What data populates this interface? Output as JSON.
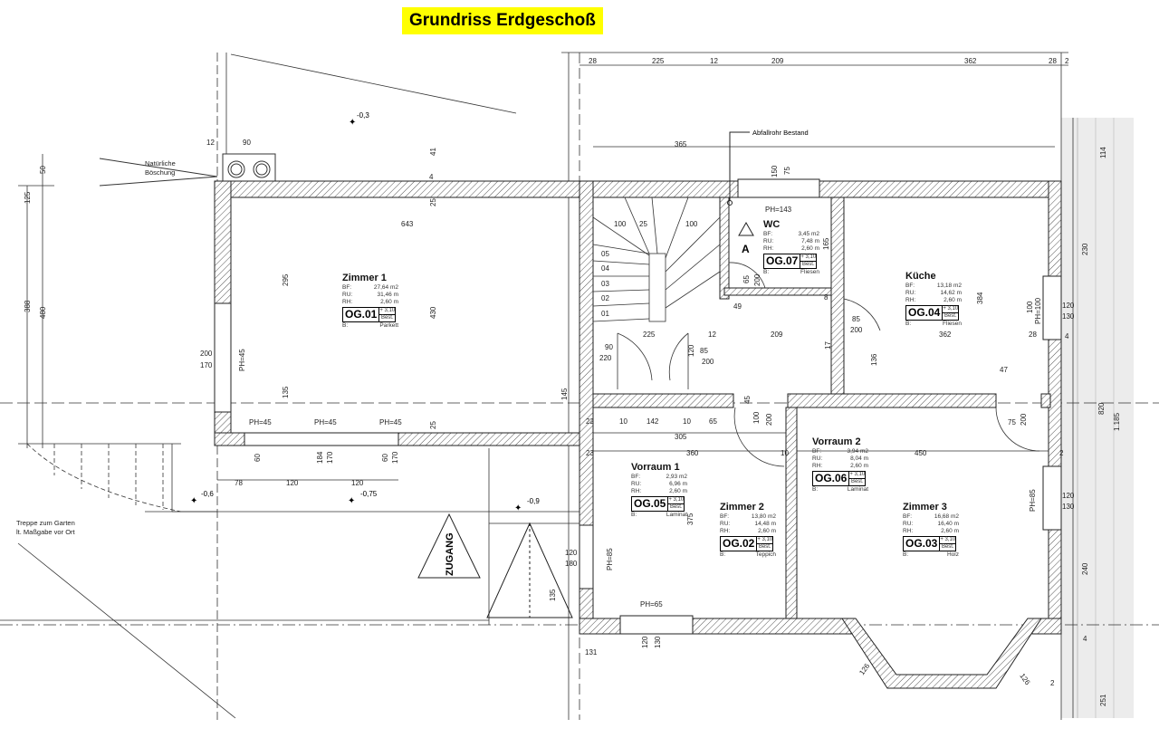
{
  "title": "Grundriss Erdgeschoß",
  "labels": {
    "bf": "BF:",
    "ru": "RU:",
    "rh": "RH:",
    "b": "B:",
    "height": "+ 3,10",
    "best": "Best.",
    "boeschung_1": "Natürliche",
    "boeschung_2": "Böschung",
    "abfallrohr": "Abfallrohr Bestand",
    "treppe_1": "Treppe zum Garten",
    "treppe_2": "lt. Maßgabe vor Ort",
    "zugang": "ZUGANG",
    "section_mark": "A"
  },
  "rooms": [
    {
      "name": "Zimmer 1",
      "bf": "27,64 m2",
      "ru": "31,46 m",
      "rh": "2,60 m",
      "code": "OG.01",
      "floor": "Parkett"
    },
    {
      "name": "WC",
      "bf": "3,45 m2",
      "ru": "7,48 m",
      "rh": "2,60 m",
      "code": "OG.07",
      "floor": "Fliesen"
    },
    {
      "name": "Küche",
      "bf": "13,18 m2",
      "ru": "14,62 m",
      "rh": "2,60 m",
      "code": "OG.04",
      "floor": "Fliesen"
    },
    {
      "name": "Vorraum 1",
      "bf": "2,93 m2",
      "ru": "6,96 m",
      "rh": "2,60 m",
      "code": "OG.05",
      "floor": "Laminat"
    },
    {
      "name": "Vorraum 2",
      "bf": "3,94 m2",
      "ru": "8,04 m",
      "rh": "2,60 m",
      "code": "OG.06",
      "floor": "Laminat"
    },
    {
      "name": "Zimmer 2",
      "bf": "13,80 m2",
      "ru": "14,48 m",
      "rh": "2,60 m",
      "code": "OG.02",
      "floor": "Teppich"
    },
    {
      "name": "Zimmer 3",
      "bf": "16,68 m2",
      "ru": "16,40 m",
      "rh": "2,60 m",
      "code": "OG.03",
      "floor": "Holz"
    }
  ],
  "levels": [
    "-0,3",
    "-0,6",
    "-0,75",
    "-0,9"
  ],
  "dims": [
    "28",
    "225",
    "12",
    "209",
    "362",
    "28",
    "2",
    "12",
    "90",
    "365",
    "150",
    "75",
    "PH=143",
    "643",
    "41",
    "25",
    "4",
    "295",
    "430",
    "135",
    "25",
    "50",
    "125",
    "388",
    "480",
    "200",
    "170",
    "PH=45",
    "PH=45",
    "PH=45",
    "PH=45",
    "60",
    "184",
    "170",
    "60",
    "170",
    "78",
    "120",
    "120",
    "100",
    "25",
    "100",
    "05",
    "04",
    "03",
    "02",
    "01",
    "165",
    "65",
    "200",
    "49",
    "8",
    "85",
    "200",
    "100",
    "PH=100",
    "120",
    "130",
    "230",
    "114",
    "384",
    "225",
    "12",
    "209",
    "17",
    "362",
    "28",
    "4",
    "90",
    "220",
    "120",
    "85",
    "200",
    "136",
    "47",
    "145",
    "45",
    "10",
    "142",
    "10",
    "65",
    "22",
    "100",
    "200",
    "75",
    "200",
    "305",
    "360",
    "10",
    "450",
    "23",
    "2",
    "820",
    "1.185",
    "120",
    "130",
    "PH=85",
    "375",
    "120",
    "180",
    "PH=85",
    "135",
    "PH=65",
    "120",
    "130",
    "131",
    "126",
    "126",
    "240",
    "251",
    "4",
    "2"
  ]
}
